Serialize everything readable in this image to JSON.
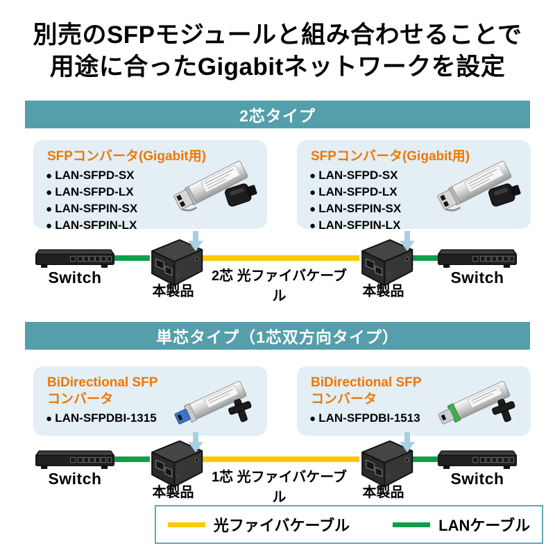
{
  "colors": {
    "banner_teal": "#549fab",
    "card_bg": "#e3eef5",
    "accent_orange": "#ee7800",
    "fiber_yellow": "#fcc800",
    "lan_green": "#0f9f4a",
    "arrow_blue": "#a9cfe2",
    "legend_border": "#5fa8b1"
  },
  "title": {
    "line1": "別売のSFPモジュールと組み合わせることで",
    "line2": "用途に合ったGigabitネットワークを設定"
  },
  "sections": [
    {
      "banner": "2芯タイプ",
      "cards": [
        {
          "heading_lines": [
            "SFPコンバータ(Gigabit用)"
          ],
          "items": [
            "LAN-SFPD-SX",
            "LAN-SFPD-LX",
            "LAN-SFPIN-SX",
            "LAN-SFPIN-LX"
          ]
        },
        {
          "heading_lines": [
            "SFPコンバータ(Gigabit用)"
          ],
          "items": [
            "LAN-SFPD-SX",
            "LAN-SFPD-LX",
            "LAN-SFPIN-SX",
            "LAN-SFPIN-LX"
          ]
        }
      ],
      "diagram": {
        "switch_label": "Switch",
        "converter_label": "本製品",
        "cable_label": "2芯 光ファイバケーブル"
      }
    },
    {
      "banner": "単芯タイプ（1芯双方向タイプ）",
      "cards": [
        {
          "heading_lines": [
            "BiDirectional SFP",
            "コンバータ"
          ],
          "items": [
            "LAN-SFPDBI-1315"
          ]
        },
        {
          "heading_lines": [
            "BiDirectional SFP",
            "コンバータ"
          ],
          "items": [
            "LAN-SFPDBI-1513"
          ]
        }
      ],
      "diagram": {
        "switch_label": "Switch",
        "converter_label": "本製品",
        "cable_label": "1芯 光ファイバケーブル"
      }
    }
  ],
  "legend": {
    "fiber_label": "光ファイバケーブル",
    "lan_label": "LANケーブル"
  }
}
